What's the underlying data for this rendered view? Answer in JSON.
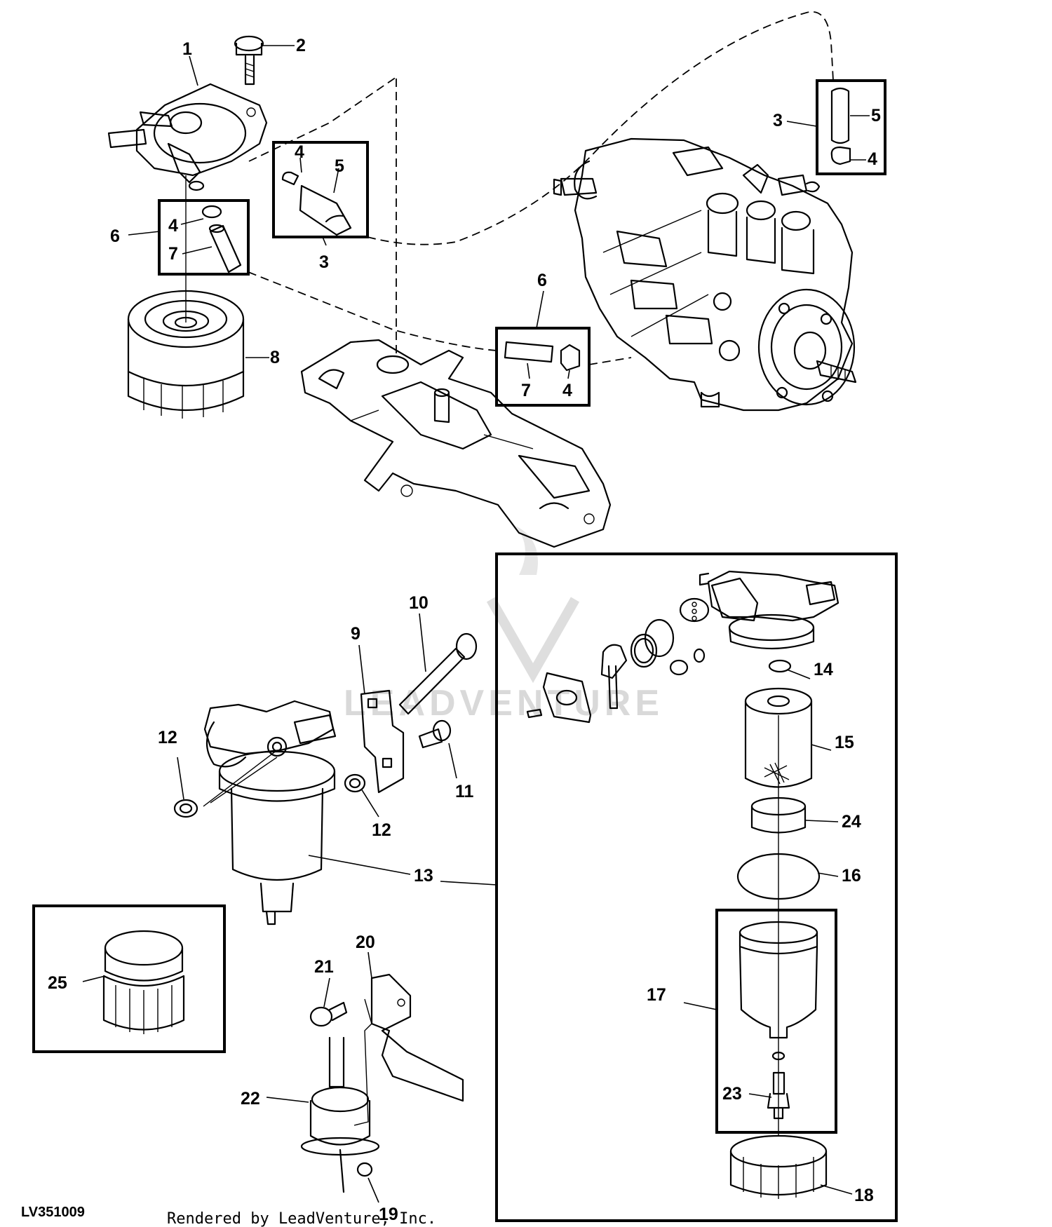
{
  "figure_id": "LV351009",
  "credit": "Rendered by LeadVenture, Inc.",
  "watermark": "LEADVENTURE",
  "callouts": {
    "c1": "1",
    "c2": "2",
    "c3a": "3",
    "c4a": "4",
    "c5a": "5",
    "c6a": "6",
    "c4b": "4",
    "c7a": "7",
    "c3b": "3",
    "c8": "8",
    "c3c": "3",
    "c5c": "5",
    "c4c": "4",
    "c6b": "6",
    "c7b": "7",
    "c4d": "4",
    "c9": "9",
    "c10": "10",
    "c11": "11",
    "c12a": "12",
    "c12b": "12",
    "c13": "13",
    "c14": "14",
    "c15": "15",
    "c24": "24",
    "c16": "16",
    "c17": "17",
    "c23": "23",
    "c18": "18",
    "c20": "20",
    "c21": "21",
    "c22": "22",
    "c19": "19",
    "c25": "25"
  }
}
